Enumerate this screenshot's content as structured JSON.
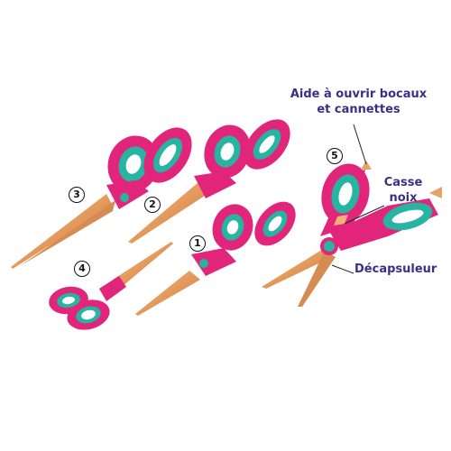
{
  "callouts": {
    "jar_opener_line1": "Aide à ouvrir bocaux",
    "jar_opener_line2": "et cannettes",
    "nutcracker_line1": "Casse",
    "nutcracker_line2": "noix",
    "bottle_opener": "Décapsuleur"
  },
  "badges": {
    "one": "1",
    "two": "2",
    "three": "3",
    "four": "4",
    "five": "5"
  },
  "colors": {
    "handle_pink": "#e0257a",
    "grip_teal": "#27b4a2",
    "blade_copper": "#e7a268",
    "label_purple": "#3b2f86"
  }
}
